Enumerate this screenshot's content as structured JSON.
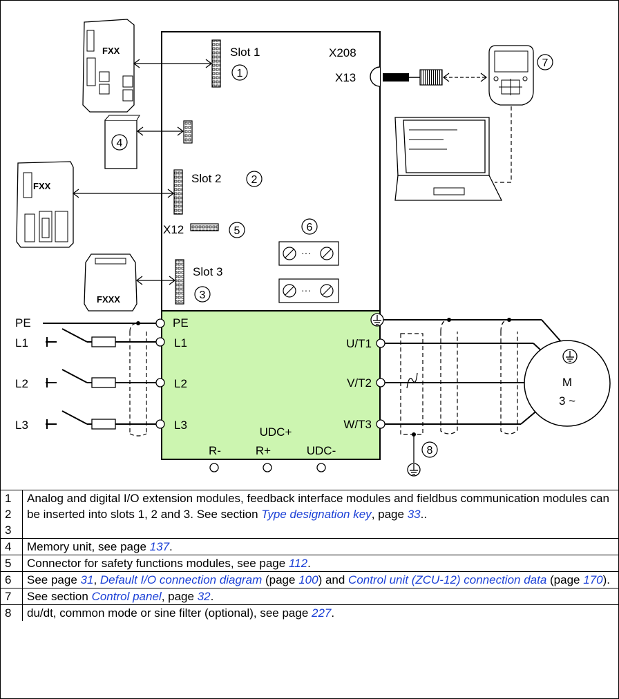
{
  "diagram": {
    "slot_labels": [
      "Slot 1",
      "Slot 2",
      "Slot 3"
    ],
    "module_labels": [
      "FXX",
      "FXX",
      "FXXX"
    ],
    "connector_labels": [
      "X208",
      "X13",
      "X12"
    ],
    "supply_labels": [
      "PE",
      "L1",
      "L2",
      "L3"
    ],
    "drive_input_labels": [
      "PE",
      "L1",
      "L2",
      "L3"
    ],
    "drive_output_labels": [
      "U/T1",
      "V/T2",
      "W/T3"
    ],
    "dc_labels": [
      "R-",
      "UDC+",
      "R+",
      "UDC-"
    ],
    "motor_label": "M",
    "motor_phase": "3 ~",
    "callouts": [
      "1",
      "2",
      "3",
      "4",
      "5",
      "6",
      "7",
      "8"
    ],
    "terminal_dots": "···"
  },
  "legend": {
    "rows": [
      {
        "nums": [
          "1",
          "2",
          "3"
        ],
        "parts": [
          {
            "t": "Analog and digital I/O extension modules, feedback interface modules and fieldbus communication modules can be inserted into slots 1, 2 and 3. See section "
          },
          {
            "t": "Type designation key",
            "link": true
          },
          {
            "t": ", page "
          },
          {
            "t": "33",
            "link": true
          },
          {
            "t": ".."
          }
        ]
      },
      {
        "nums": [
          "4"
        ],
        "parts": [
          {
            "t": "Memory unit, see page "
          },
          {
            "t": "137",
            "link": true
          },
          {
            "t": "."
          }
        ]
      },
      {
        "nums": [
          "5"
        ],
        "parts": [
          {
            "t": "Connector for safety functions modules, see page "
          },
          {
            "t": "112",
            "link": true
          },
          {
            "t": "."
          }
        ]
      },
      {
        "nums": [
          "6"
        ],
        "parts": [
          {
            "t": "See page "
          },
          {
            "t": "31",
            "link": true
          },
          {
            "t": ", "
          },
          {
            "t": "Default I/O connection diagram",
            "link": true
          },
          {
            "t": " (page "
          },
          {
            "t": "100",
            "link": true
          },
          {
            "t": ") and "
          },
          {
            "t": "Control unit (ZCU-12) connection data",
            "link": true
          },
          {
            "t": " (page "
          },
          {
            "t": "170",
            "link": true
          },
          {
            "t": ")."
          }
        ]
      },
      {
        "nums": [
          "7"
        ],
        "parts": [
          {
            "t": "See section "
          },
          {
            "t": "Control panel",
            "link": true
          },
          {
            "t": ", page "
          },
          {
            "t": "32",
            "link": true
          },
          {
            "t": "."
          }
        ]
      },
      {
        "nums": [
          "8"
        ],
        "parts": [
          {
            "t": "du/dt, common mode or sine filter (optional), see page "
          },
          {
            "t": "227",
            "link": true
          },
          {
            "t": "."
          }
        ]
      }
    ]
  }
}
